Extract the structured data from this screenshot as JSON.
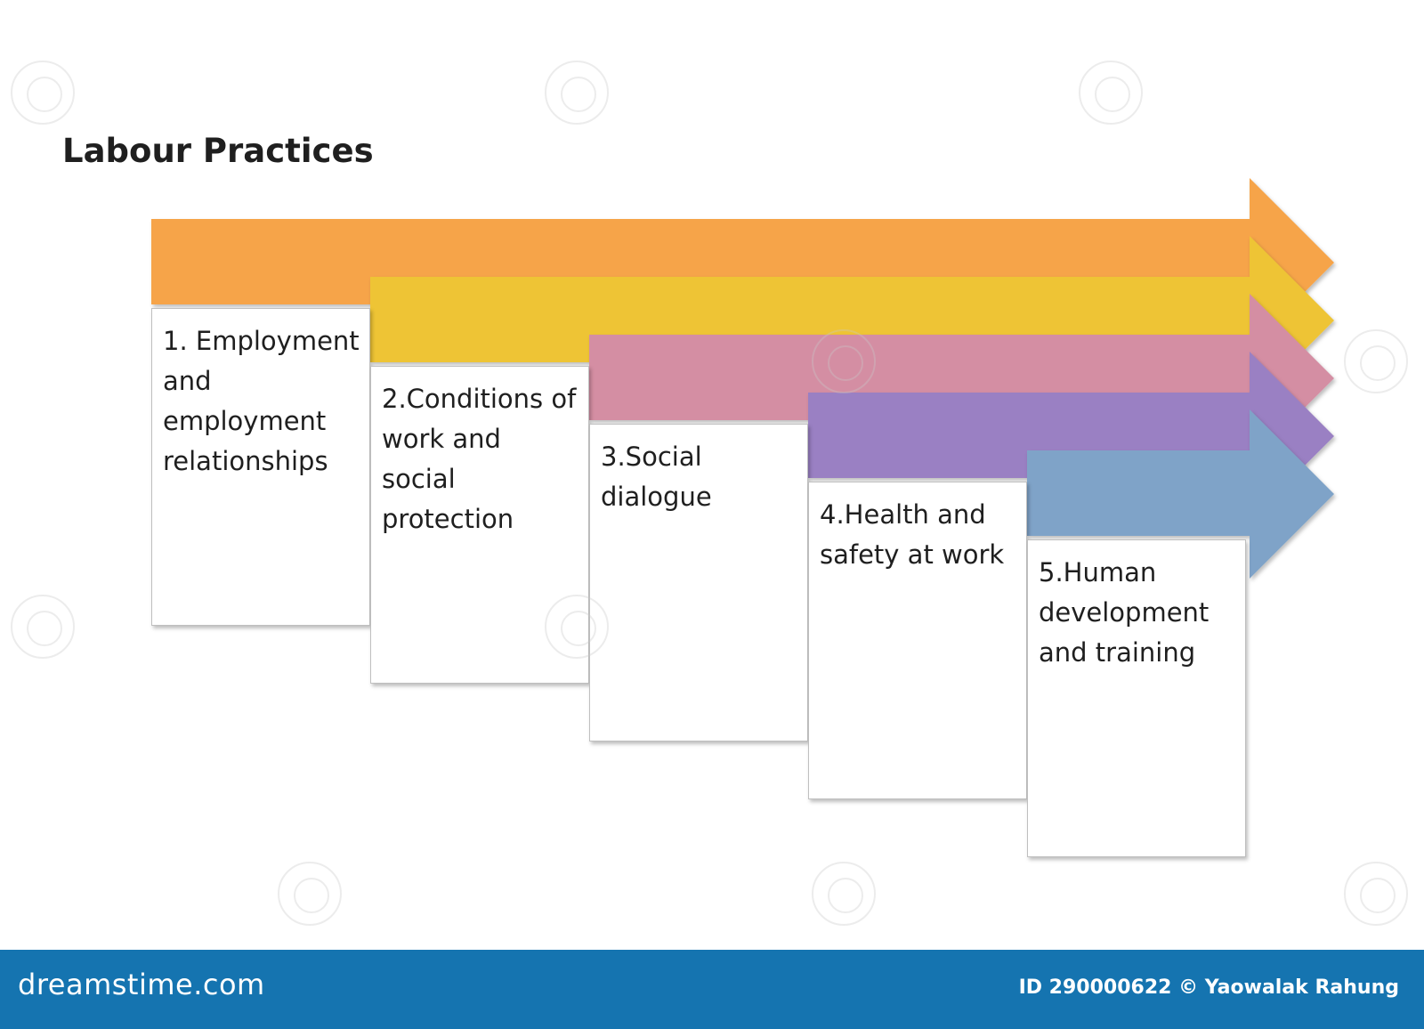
{
  "title": "Labour Practices",
  "steps": [
    {
      "label": "1. Employment and employment relationships",
      "color": "#f6a449"
    },
    {
      "label": "2.Conditions of work and social protection",
      "color": "#eec436"
    },
    {
      "label": "3.Social dialogue",
      "color": "#d48ea3"
    },
    {
      "label": "4.Health and safety at work",
      "color": "#9a80c3"
    },
    {
      "label": "5.Human development and training",
      "color": "#7fa3c8"
    }
  ],
  "watermark_icon": "dreamstime-spiral-icon",
  "footer": {
    "brand": "dreamstime.com",
    "credit": "ID 290000622 © Yaowalak Rahung",
    "background": "#1574b0"
  }
}
